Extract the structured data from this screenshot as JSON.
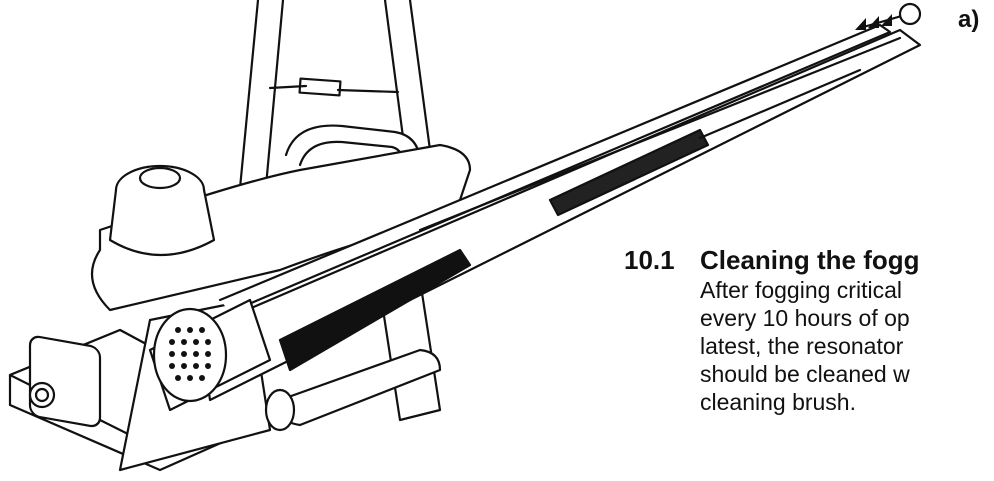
{
  "figure": {
    "label": "a)"
  },
  "section": {
    "number": "10.1",
    "title": "Cleaning the fogg",
    "lines": [
      "After fogging critical",
      "every 10 hours of op",
      "latest, the resonator",
      "should be cleaned w",
      "cleaning brush."
    ]
  }
}
